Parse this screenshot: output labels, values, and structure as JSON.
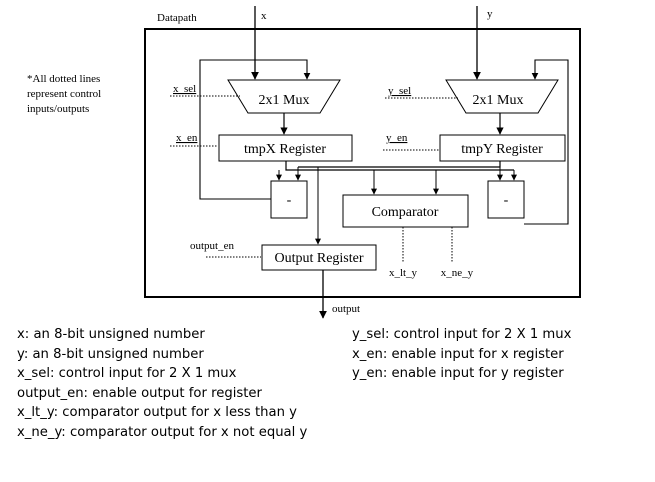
{
  "diagram": {
    "title": "Datapath",
    "note": [
      "*All dotted lines",
      "represent control",
      "inputs/outputs"
    ],
    "inputs": {
      "x": "x",
      "y": "y"
    },
    "mux_x": "2x1 Mux",
    "mux_y": "2x1 Mux",
    "reg_x": "tmpX Register",
    "reg_y": "tmpY Register",
    "sub_x": "-",
    "sub_y": "-",
    "comparator": "Comparator",
    "output_register": "Output Register",
    "signals": {
      "x_sel": "x_sel",
      "y_sel": "y_sel",
      "x_en": "x_en",
      "y_en": "y_en",
      "output_en": "output_en",
      "x_lt_y": "x_lt_y",
      "x_ne_y": "x_ne_y",
      "output": "output"
    }
  },
  "legend": {
    "left": [
      "x: an 8-bit unsigned number",
      "y: an 8-bit unsigned number",
      "x_sel: control input for 2 X 1 mux",
      "output_en: enable output for register",
      "x_lt_y: comparator output for x less than y",
      "x_ne_y: comparator output for x not equal y"
    ],
    "right": [
      "y_sel: control input for 2 X 1 mux",
      "x_en: enable input for x register",
      "y_en: enable input for y register"
    ]
  }
}
